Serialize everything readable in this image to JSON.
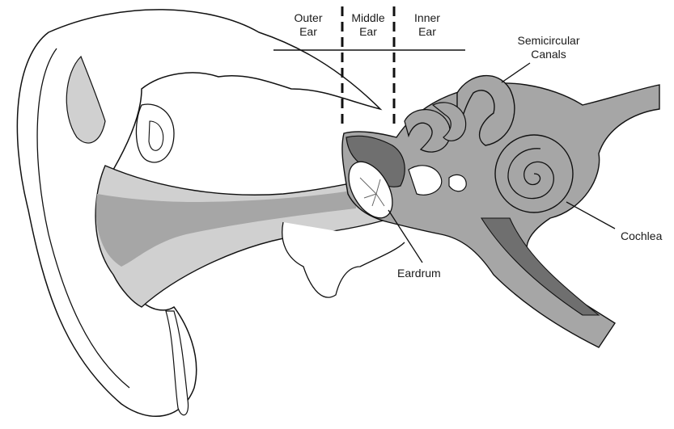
{
  "diagram": {
    "sections": [
      {
        "line1": "Outer",
        "line2": "Ear"
      },
      {
        "line1": "Middle",
        "line2": "Ear"
      },
      {
        "line1": "Inner",
        "line2": "Ear"
      }
    ],
    "labels": {
      "semicircular_line1": "Semicircular",
      "semicircular_line2": "Canals",
      "cochlea": "Cochlea",
      "eardrum": "Eardrum"
    },
    "colors": {
      "light_gray": "#d0d0d0",
      "mid_gray": "#a6a6a6",
      "dark_gray": "#6f6f6f",
      "outline": "#111111"
    }
  }
}
